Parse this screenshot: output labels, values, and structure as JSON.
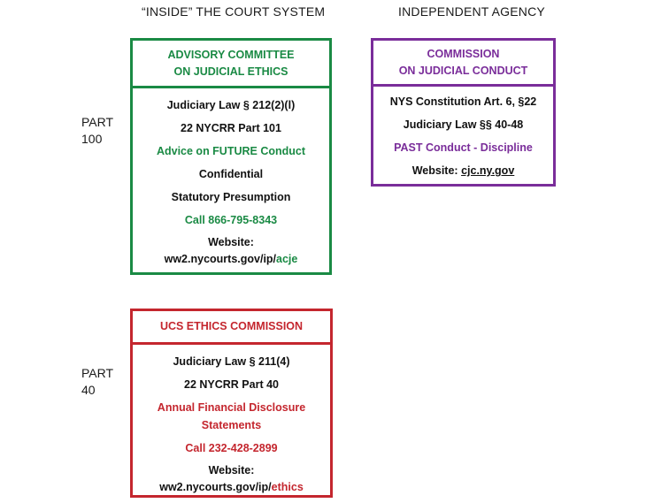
{
  "colors": {
    "green": "#1a8a44",
    "purple": "#7a2d9a",
    "red": "#c4262e",
    "text": "#111111"
  },
  "headers": {
    "left": "“INSIDE” THE COURT SYSTEM",
    "right": "INDEPENDENT AGENCY"
  },
  "parts": {
    "top": {
      "line1": "PART",
      "line2": "100"
    },
    "bottom": {
      "line1": "PART",
      "line2": "40"
    }
  },
  "advisory": {
    "title_line1": "ADVISORY COMMITTEE",
    "title_line2": "ON JUDICIAL ETHICS",
    "law": "Judiciary Law § 212(2)(l)",
    "rule": "22 NYCRR Part 101",
    "scope": "Advice on FUTURE Conduct",
    "confidential": "Confidential",
    "presumption": "Statutory Presumption",
    "phone": "Call 866-795-8343",
    "website_label": "Website:",
    "website_prefix": "ww2.nycourts.gov/ip/",
    "website_suffix": "acje"
  },
  "commission": {
    "title_line1": "COMMISSION",
    "title_line2": "ON JUDICIAL CONDUCT",
    "constitution": "NYS Constitution Art. 6, §22",
    "law": "Judiciary Law §§ 40-48",
    "scope": "PAST Conduct - Discipline",
    "website_label": "Website: ",
    "website": "cjc.ny.gov"
  },
  "ucs": {
    "title": "UCS ETHICS COMMISSION",
    "law": "Judiciary Law § 211(4)",
    "rule": "22 NYCRR Part 40",
    "scope_line1": "Annual Financial Disclosure",
    "scope_line2": "Statements",
    "phone": "Call 232-428-2899",
    "website_label": "Website:",
    "website_prefix": "ww2.nycourts.gov/ip/",
    "website_suffix": "ethics"
  }
}
